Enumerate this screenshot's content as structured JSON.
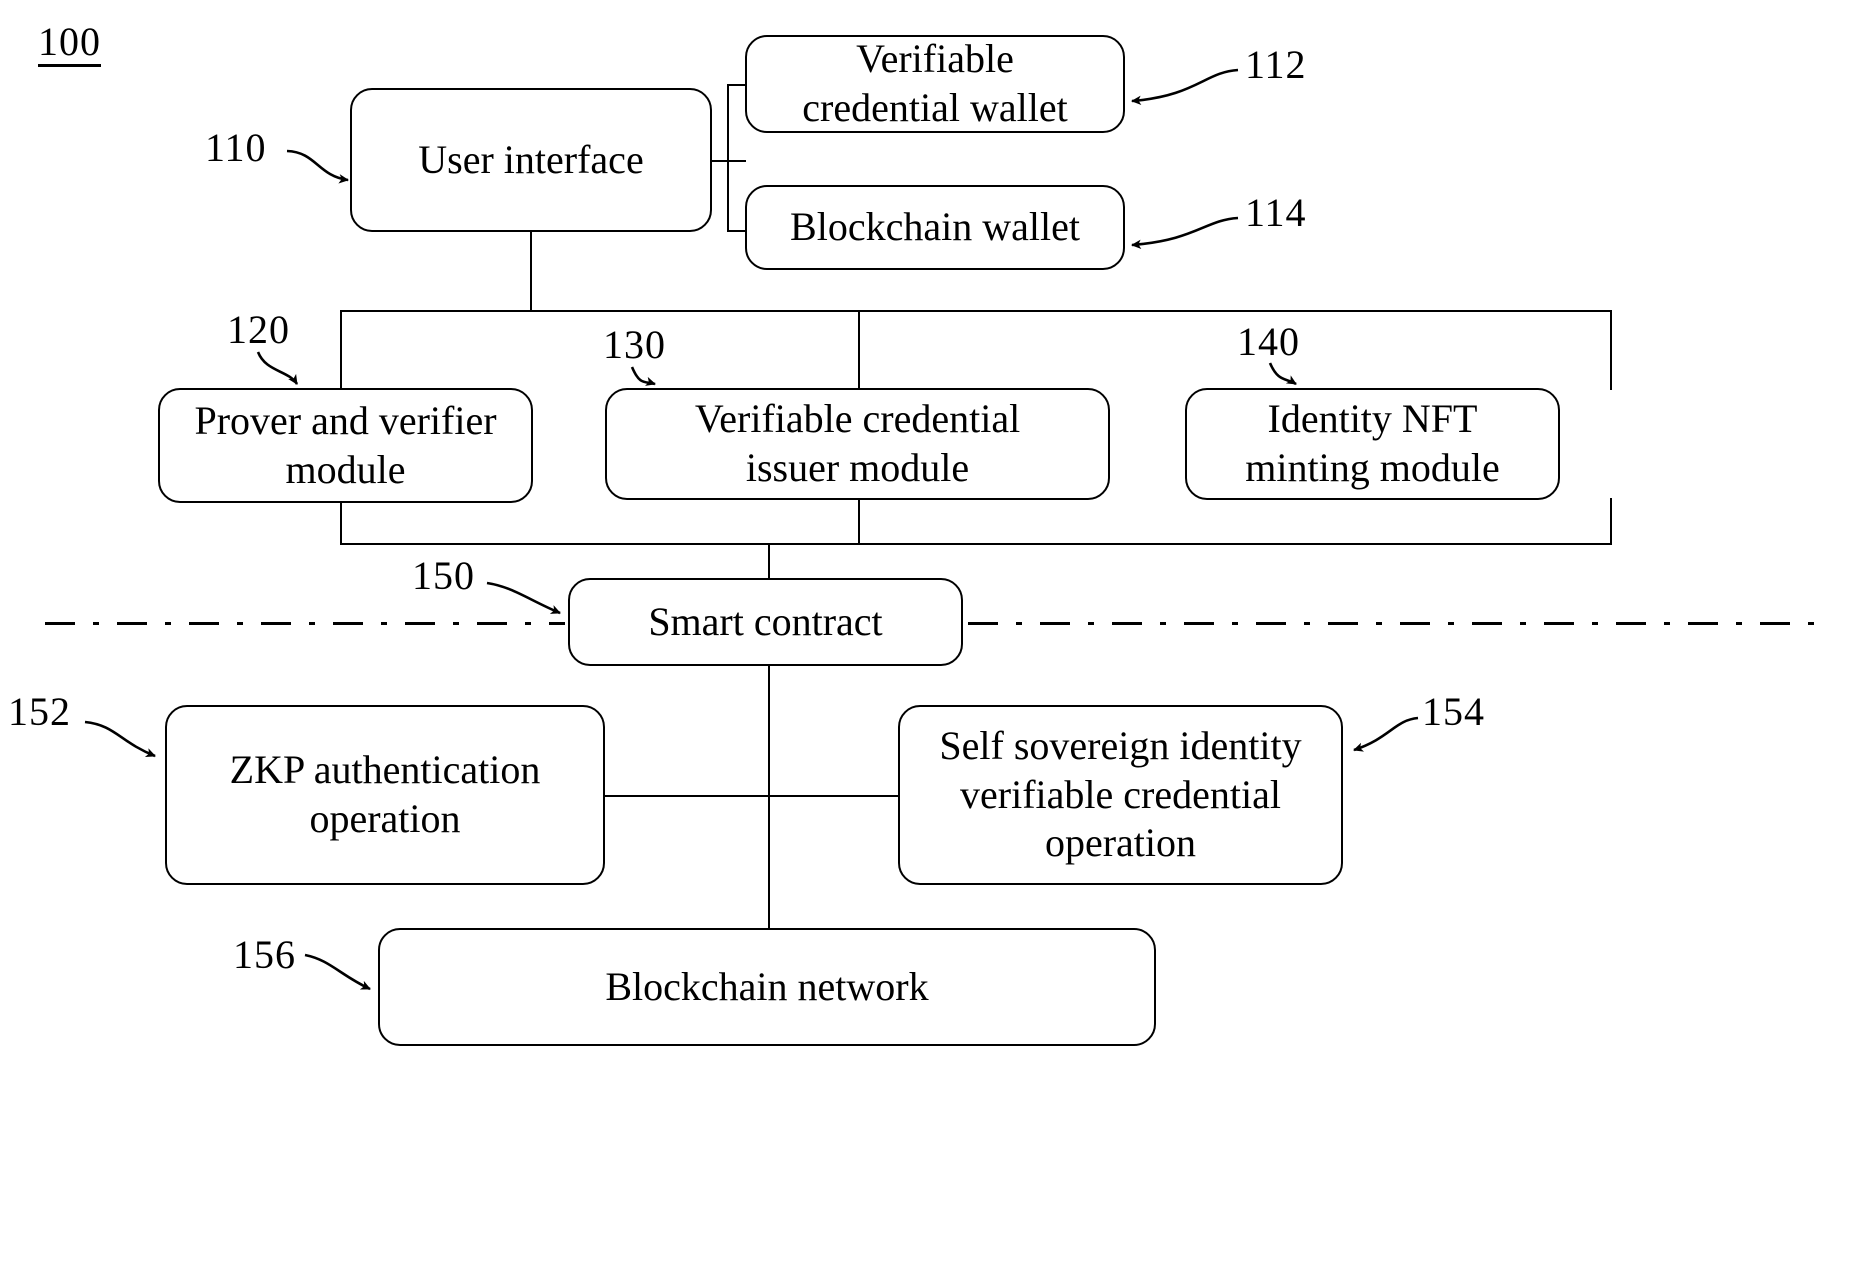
{
  "figure": {
    "number": "100",
    "type": "system-architecture-block-diagram"
  },
  "nodes": {
    "user_interface": {
      "ref": "110",
      "label": "User interface"
    },
    "vc_wallet": {
      "ref": "112",
      "label": "Verifiable\ncredential wallet"
    },
    "blockchain_wallet": {
      "ref": "114",
      "label": "Blockchain wallet"
    },
    "prover_verifier": {
      "ref": "120",
      "label": "Prover and verifier\nmodule"
    },
    "vc_issuer": {
      "ref": "130",
      "label": "Verifiable credential\nissuer module"
    },
    "identity_nft": {
      "ref": "140",
      "label": "Identity NFT\nminting module"
    },
    "smart_contract": {
      "ref": "150",
      "label": "Smart contract"
    },
    "zkp_auth": {
      "ref": "152",
      "label": "ZKP authentication\noperation"
    },
    "ssi_vc": {
      "ref": "154",
      "label": "Self sovereign identity\nverifiable credential\noperation"
    },
    "blockchain_network": {
      "ref": "156",
      "label": "Blockchain network"
    }
  },
  "colors": {
    "stroke": "#000000",
    "background": "#ffffff"
  }
}
